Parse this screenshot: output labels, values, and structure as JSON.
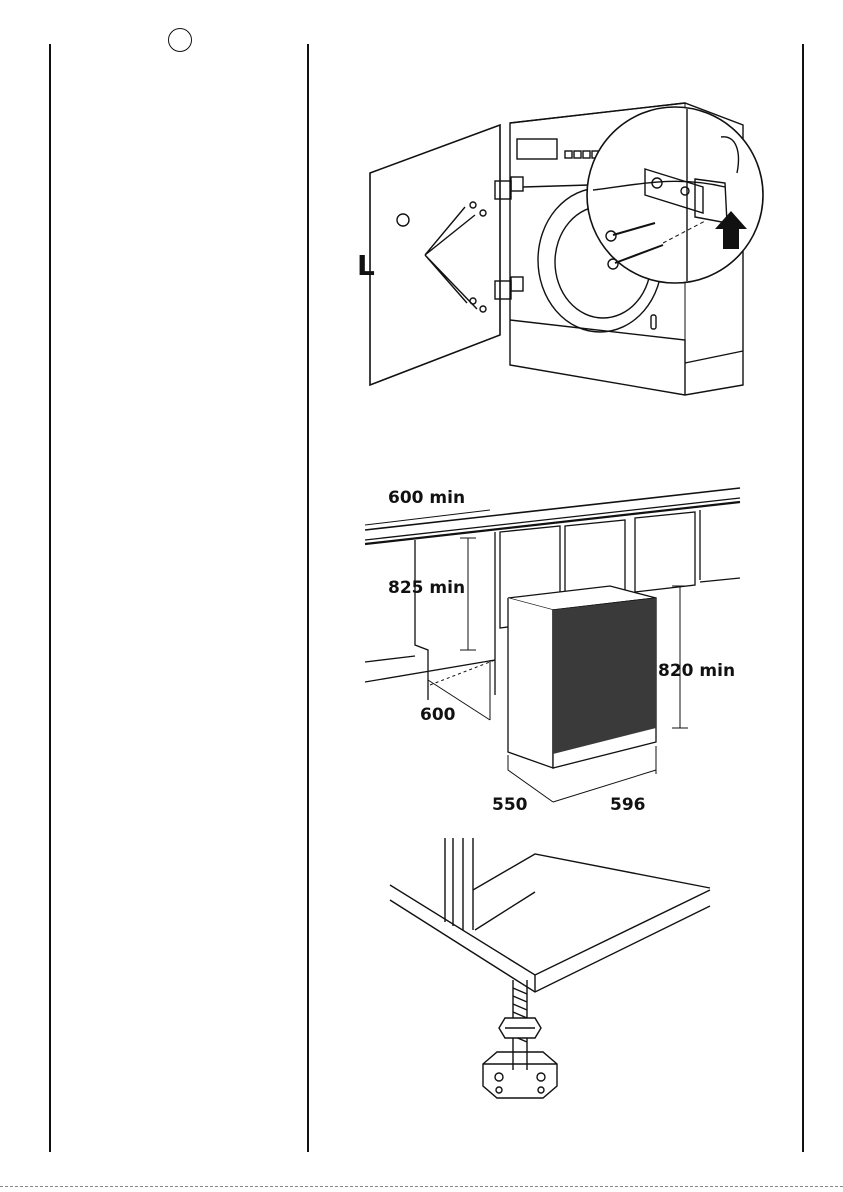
{
  "header": {
    "country_code": ""
  },
  "figures": {
    "hinge": {
      "part_label": "L"
    },
    "niche": {
      "dim_side": "600 min",
      "dim_counter_height": "825 min",
      "dim_depth_niche": "600",
      "dim_appliance_height": "820 min",
      "dim_depth_appliance": "550",
      "dim_width_appliance": "596"
    }
  }
}
